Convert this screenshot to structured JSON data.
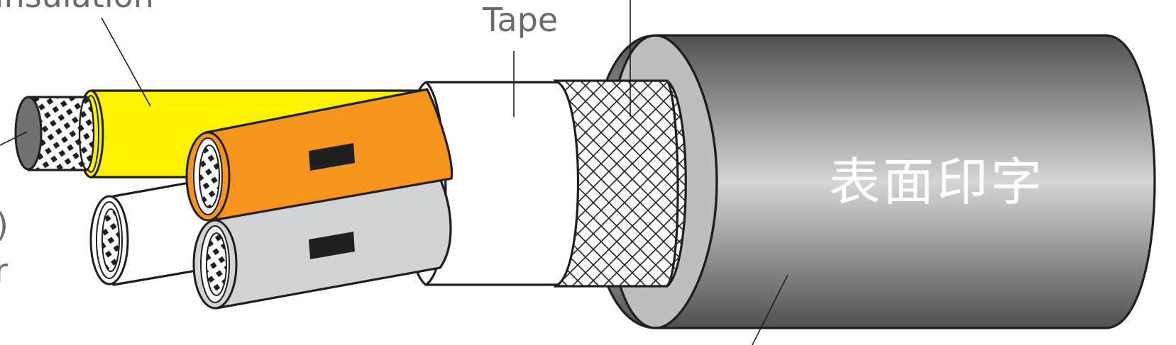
{
  "labels": {
    "insulation": "Insulation",
    "tape": "Tape",
    "partial_paren": ")",
    "partial_r": "r"
  },
  "surface_marking": "表面印字",
  "colors": {
    "yellow": "#fff200",
    "orange": "#f7941d",
    "gray_core": "#d1d3d4",
    "white_core": "#ffffff",
    "sheath_dark": "#4f5052",
    "sheath_light": "#d4d5d7",
    "sheath_end": "#bcbec0",
    "label_text": "#6b6b6b"
  }
}
